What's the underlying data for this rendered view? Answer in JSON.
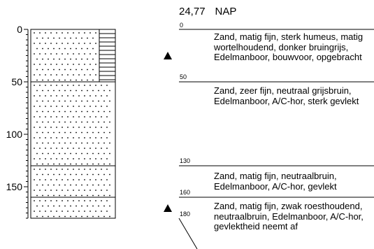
{
  "header": {
    "elevation": "24,77",
    "datum": "NAP"
  },
  "axis": {
    "ticks": [
      "0",
      "50",
      "100",
      "150"
    ]
  },
  "depth_labels": [
    "0",
    "50",
    "130",
    "160",
    "180"
  ],
  "layers": [
    {
      "text": "Zand, matig fijn, sterk humeus, matig wortelhoudend, donker bruingrijs, Edelmanboor, bouwvoor, opgebracht"
    },
    {
      "text": "Zand, zeer fijn, neutraal grijsbruin, Edelmanboor, A/C-hor, sterk gevlekt"
    },
    {
      "text": "Zand, matig fijn, neutraalbruin, Edelmanboor, A/C-hor, gevlekt"
    },
    {
      "text": "Zand, matig fijn, zwak roesthoudend, neutraalbruin, Edelmanboor, A/C-hor, gevlektheid neemt af"
    }
  ],
  "colors": {
    "ink": "#000000",
    "paper": "#ffffff"
  }
}
